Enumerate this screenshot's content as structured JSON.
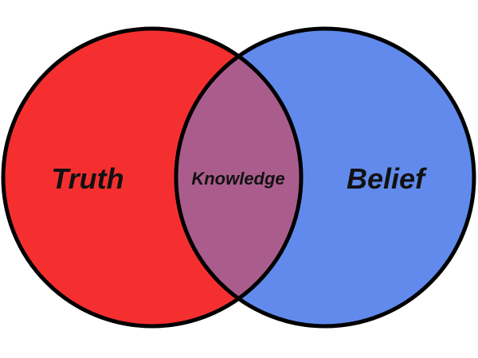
{
  "diagram": {
    "type": "venn",
    "sets": [
      {
        "label": "Truth",
        "color": "#f52f30"
      },
      {
        "label": "Belief",
        "color": "#618aec"
      }
    ],
    "intersection": {
      "label": "Knowledge",
      "color": "#aa5d8c"
    },
    "outline_color": "#000000"
  }
}
